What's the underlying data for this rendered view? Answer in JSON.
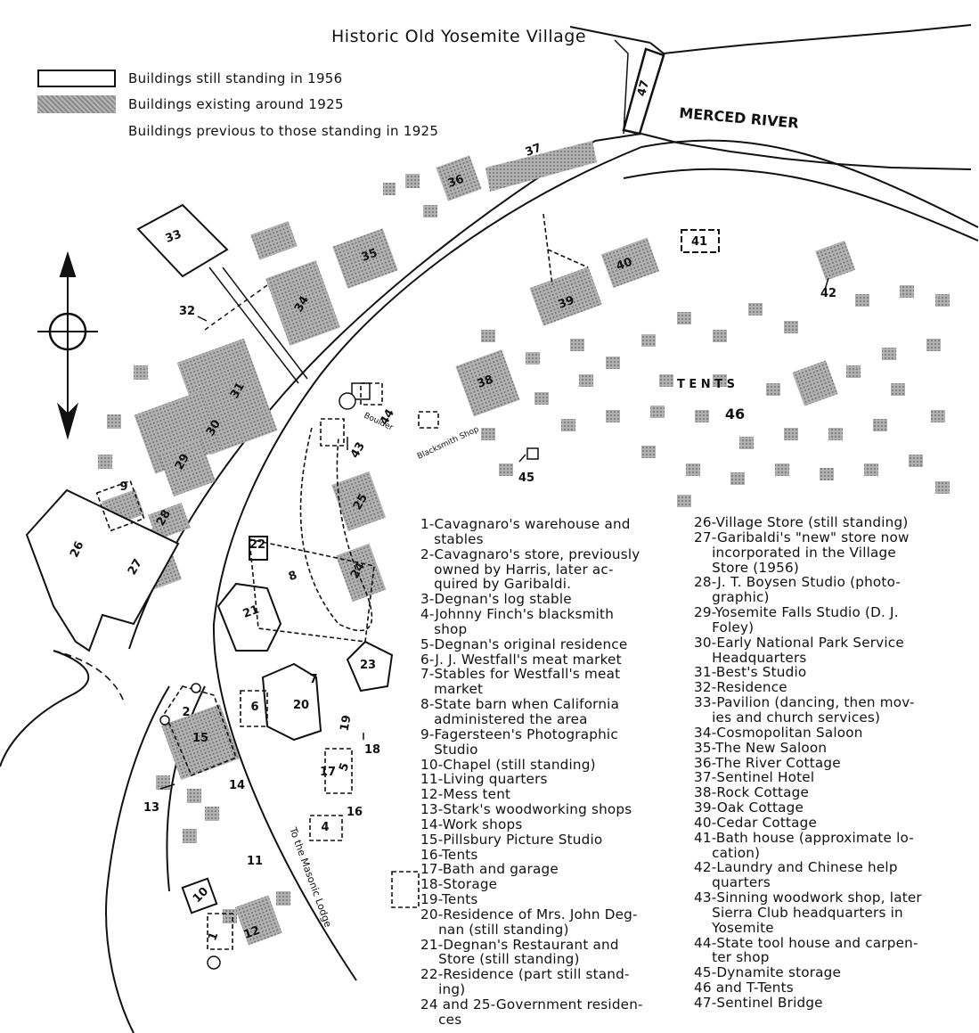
{
  "title": "Historic Old Yosemite Village",
  "legend": [
    {
      "style": "solid",
      "label": "Buildings still standing in 1956"
    },
    {
      "style": "gray",
      "label": "Buildings existing around 1925"
    },
    {
      "style": "dashed",
      "label": "Buildings previous to those standing in 1925"
    }
  ],
  "labels": {
    "river": "MERCED   RIVER",
    "tents": "T  E  N  T  S",
    "boulder": "Boulder",
    "blacksmith": "Blacksmith Shop",
    "road_to_lodge": "To the Masonic Lodge"
  },
  "map_numbers": [
    "1",
    "2",
    "4",
    "5",
    "6",
    "7",
    "8",
    "9",
    "10",
    "11",
    "12",
    "13",
    "14",
    "15",
    "16",
    "17",
    "18",
    "19",
    "20",
    "21",
    "22",
    "23",
    "24",
    "25",
    "26",
    "27",
    "28",
    "29",
    "30",
    "31",
    "32",
    "33",
    "34",
    "35",
    "36",
    "37",
    "38",
    "39",
    "40",
    "41",
    "42",
    "43",
    "44",
    "45",
    "46",
    "47"
  ],
  "key_left": [
    "1-Cavagnaro's warehouse and",
    "   stables",
    "2-Cavagnaro's store, previously",
    "   owned by Harris, later ac-",
    "   quired by Garibaldi.",
    "3-Degnan's log stable",
    "4-Johnny Finch's blacksmith",
    "   shop",
    "5-Degnan's original residence",
    "6-J. J. Westfall's meat market",
    "7-Stables for Westfall's meat",
    "   market",
    "8-State barn when California",
    "   administered the area",
    "9-Fagersteen's Photographic",
    "   Studio",
    "10-Chapel (still standing)",
    "11-Living quarters",
    "12-Mess tent",
    "13-Stark's woodworking shops",
    "14-Work shops",
    "15-Pillsbury Picture Studio",
    "16-Tents",
    "17-Bath and garage",
    "18-Storage",
    "19-Tents",
    "20-Residence of Mrs. John Deg-",
    "    nan (still standing)",
    "21-Degnan's Restaurant and",
    "    Store (still standing)",
    "22-Residence (part still stand-",
    "    ing)",
    "24 and 25-Government residen-",
    "    ces"
  ],
  "key_right": [
    "26-Village Store (still standing)",
    "27-Garibaldi's \"new\" store now",
    "    incorporated in the Village",
    "    Store (1956)",
    "28-J. T. Boysen Studio (photo-",
    "    graphic)",
    "29-Yosemite Falls Studio (D. J.",
    "    Foley)",
    "30-Early National Park Service",
    "    Headquarters",
    "31-Best's Studio",
    "32-Residence",
    "33-Pavilion (dancing, then mov-",
    "    ies and church services)",
    "34-Cosmopolitan Saloon",
    "35-The New Saloon",
    "36-The River Cottage",
    "37-Sentinel Hotel",
    "38-Rock Cottage",
    "39-Oak Cottage",
    "40-Cedar Cottage",
    "41-Bath house (approximate lo-",
    "    cation)",
    "42-Laundry and Chinese help",
    "    quarters",
    "43-Sinning woodwork shop, later",
    "    Sierra Club headquarters in",
    "    Yosemite",
    "44-State tool house and carpen-",
    "    ter shop",
    "45-Dynamite storage",
    "46 and T-Tents",
    "47-Sentinel Bridge"
  ],
  "colors": {
    "ink": "#111111",
    "gray_building": "#a6a6a6",
    "background": "#ffffff"
  }
}
